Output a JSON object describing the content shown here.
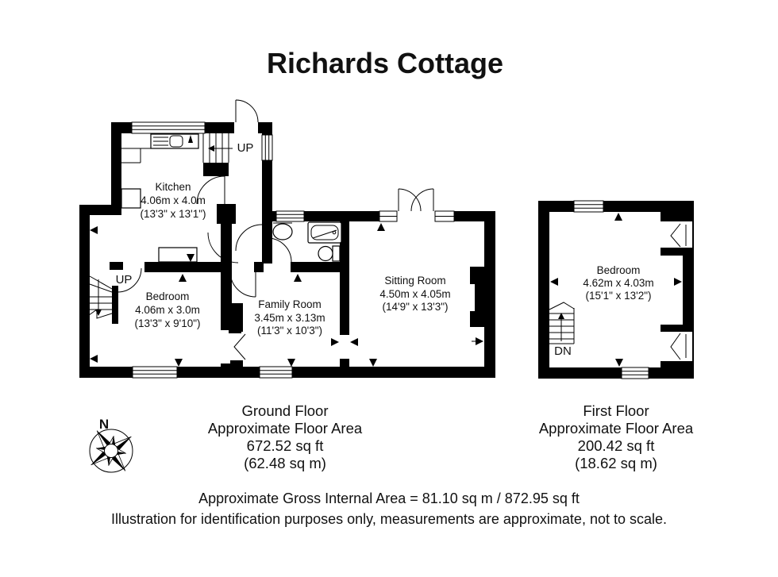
{
  "title": "Richards Cottage",
  "ground_floor": {
    "rooms": {
      "kitchen": {
        "name": "Kitchen",
        "metric": "4.06m x 4.0m",
        "imperial": "(13'3\" x 13'1\")"
      },
      "bedroom": {
        "name": "Bedroom",
        "metric": "4.06m x 3.0m",
        "imperial": "(13'3\" x 9'10\")"
      },
      "family_room": {
        "name": "Family Room",
        "metric": "3.45m x 3.13m",
        "imperial": "(11'3\" x 10'3\")"
      },
      "sitting_room": {
        "name": "Sitting Room",
        "metric": "4.50m x 4.05m",
        "imperial": "(14'9\" x 13'3\")"
      }
    },
    "stairs": {
      "entrance_up": "UP",
      "bedroom_up": "UP"
    },
    "summary": {
      "floor": "Ground Floor",
      "area_label": "Approximate Floor Area",
      "area_ft": "672.52 sq ft",
      "area_m": "(62.48 sq m)"
    }
  },
  "first_floor": {
    "rooms": {
      "bedroom": {
        "name": "Bedroom",
        "metric": "4.62m x 4.03m",
        "imperial": "(15'1\" x 13'2\")"
      }
    },
    "stairs": {
      "down": "DN"
    },
    "summary": {
      "floor": "First Floor",
      "area_label": "Approximate Floor Area",
      "area_ft": "200.42 sq ft",
      "area_m": "(18.62 sq m)"
    }
  },
  "compass": {
    "north": "N"
  },
  "footer": {
    "gross_area": "Approximate Gross Internal Area = 81.10 sq m / 872.95 sq ft",
    "disclaimer": "Illustration for identification purposes only, measurements are approximate, not to scale."
  },
  "colors": {
    "wall": "#000000",
    "background": "#ffffff",
    "text": "#111111"
  }
}
